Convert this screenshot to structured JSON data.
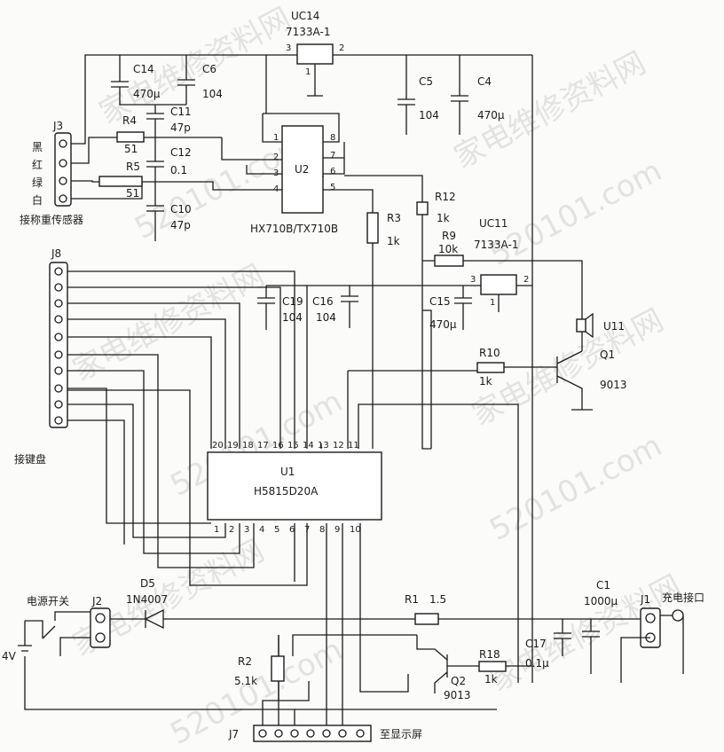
{
  "components": {
    "uc14": {
      "name": "UC14",
      "part": "7133A-1",
      "pin_in": "3",
      "pin_out": "2",
      "pin_gnd": "1"
    },
    "uc11": {
      "name": "UC11",
      "part": "7133A-1",
      "pin_in": "3",
      "pin_out": "2",
      "pin_gnd": "1"
    },
    "u2": {
      "name": "U2",
      "part": "HX710B/TX710B",
      "pins": [
        "1",
        "2",
        "3",
        "4",
        "8",
        "7",
        "6",
        "5"
      ]
    },
    "u1": {
      "name": "U1",
      "part": "H5815D20A",
      "top_pins": [
        "20",
        "19",
        "18",
        "17",
        "16",
        "15",
        "14",
        "13",
        "12",
        "11"
      ],
      "bottom_pins": [
        "1",
        "2",
        "3",
        "4",
        "5",
        "6",
        "7",
        "8",
        "9",
        "10"
      ]
    },
    "c14": {
      "name": "C14",
      "value": "470µ"
    },
    "c6": {
      "name": "C6",
      "value": "104"
    },
    "c11": {
      "name": "C11",
      "value": "47p"
    },
    "c12": {
      "name": "C12",
      "value": "0.1"
    },
    "c10": {
      "name": "C10",
      "value": "47p"
    },
    "c5": {
      "name": "C5",
      "value": "104"
    },
    "c4": {
      "name": "C4",
      "value": "470µ"
    },
    "c19": {
      "name": "C19",
      "value": "104"
    },
    "c16": {
      "name": "C16",
      "value": "104"
    },
    "c15": {
      "name": "C15",
      "value": "470µ"
    },
    "c1": {
      "name": "C1",
      "value": "1000µ"
    },
    "c17": {
      "name": "C17",
      "value": "0.1µ"
    },
    "r4": {
      "name": "R4",
      "value": "51"
    },
    "r5": {
      "name": "R5",
      "value": "51"
    },
    "r3": {
      "name": "R3",
      "value": "1k"
    },
    "r12": {
      "name": "R12",
      "value": "1k"
    },
    "r9": {
      "name": "R9",
      "value": "10k"
    },
    "r10": {
      "name": "R10",
      "value": "1k"
    },
    "r1": {
      "name": "R1",
      "value": "1.5"
    },
    "r2": {
      "name": "R2",
      "value": "5.1k"
    },
    "r18": {
      "name": "R18",
      "value": "1k"
    },
    "q1": {
      "name": "Q1",
      "value": "9013"
    },
    "q2": {
      "name": "Q2",
      "value": "9013"
    },
    "d5": {
      "name": "D5",
      "value": "1N4007"
    },
    "u11": {
      "name": "U11"
    },
    "j1": {
      "name": "J1",
      "desc": "充电接口"
    },
    "j2": {
      "name": "J2",
      "desc": "电源开关"
    },
    "j3": {
      "name": "J3",
      "desc": "接称重传感器",
      "wires": [
        "黑",
        "红",
        "绿",
        "白"
      ]
    },
    "j7": {
      "name": "J7",
      "desc": "至显示屏"
    },
    "j8": {
      "name": "J8",
      "desc": "接键盘"
    },
    "battery": {
      "label": "4V"
    }
  },
  "watermark": {
    "text_cn": "家电维修资料网",
    "text_num": "520101.com"
  }
}
